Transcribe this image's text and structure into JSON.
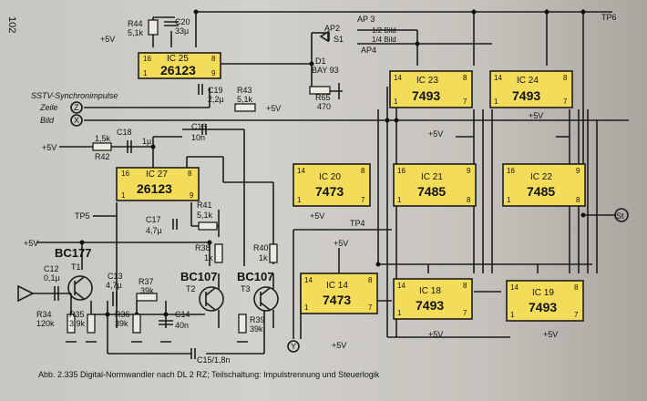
{
  "page_number": "102",
  "caption": "Abb. 2.335 Digital-Normwandler nach DL 2 RZ; Teilschaltung: Impulstrennung und Steuerlogik",
  "chips": [
    {
      "id": "IC 25",
      "part": "26123",
      "pins": [
        "16",
        "8",
        "1",
        "9"
      ]
    },
    {
      "id": "IC 27",
      "part": "26123",
      "pins": [
        "16",
        "8",
        "1",
        "9"
      ]
    },
    {
      "id": "IC 23",
      "part": "7493",
      "pins": [
        "14",
        "8",
        "1",
        "7"
      ]
    },
    {
      "id": "IC 24",
      "part": "7493",
      "pins": [
        "14",
        "8",
        "1",
        "7"
      ]
    },
    {
      "id": "IC 20",
      "part": "7473",
      "pins": [
        "14",
        "8",
        "1",
        "7"
      ]
    },
    {
      "id": "IC 21",
      "part": "7485",
      "pins": [
        "16",
        "9",
        "1",
        "8"
      ]
    },
    {
      "id": "IC 22",
      "part": "7485",
      "pins": [
        "16",
        "9",
        "1",
        "8"
      ]
    },
    {
      "id": "IC 14",
      "part": "7473",
      "pins": [
        "14",
        "8",
        "1",
        "7"
      ]
    },
    {
      "id": "IC 18",
      "part": "7493",
      "pins": [
        "14",
        "8",
        "1",
        "7"
      ]
    },
    {
      "id": "IC 19",
      "part": "7493",
      "pins": [
        "14",
        "8",
        "1",
        "7"
      ]
    }
  ],
  "labels": {
    "r44": "R44",
    "r44v": "5,1k",
    "c20": "C20",
    "c20v": "33µ",
    "c19": "C19",
    "c19v": "2,2µ",
    "r43": "R43",
    "r43v": "5,1k",
    "r65": "R65",
    "r65v": "470",
    "d1": "D1",
    "d1v": "BAY 93",
    "sstv": "SSTV-Synchronimpulse",
    "zeile": "Zeile",
    "bild": "Bild",
    "z": "Z",
    "x": "X",
    "y": "Y",
    "st": "St",
    "ap2": "AP2",
    "ap3": "AP 3",
    "ap4": "AP4",
    "s1": "S1",
    "half": "1/2 Bild",
    "quarter": "1/4 Bild",
    "tp6": "TP6",
    "tp5": "TP5",
    "tp4": "TP4",
    "plus5v": "+5V",
    "c18": "C18",
    "c18v": "1µ",
    "c16": "C16",
    "c16v": "10n",
    "r42": "R42",
    "r42v": "1,5k",
    "r41": "R41",
    "r41v": "5,1k",
    "c17": "C17",
    "c17v": "4,7µ",
    "r38": "R38",
    "r38v": "1k",
    "r40": "R40",
    "r40v": "1k",
    "bc177": "BC177",
    "t1": "T1",
    "bc107a": "BC107",
    "t2": "T2",
    "bc107b": "BC107",
    "t3": "T3",
    "c12": "C12",
    "c12v": "0,1µ",
    "c13": "C13",
    "c13v": "4,7µ",
    "r37": "R37",
    "r37v": "39k",
    "r34": "R34",
    "r34v": "120k",
    "r35": "R35",
    "r35v": "3,9k",
    "r36": "R36",
    "r36v": "39k",
    "c14": "C14",
    "c14v": "40n",
    "r39": "R39",
    "r39v": "39k",
    "c15": "C15/1,8n"
  }
}
